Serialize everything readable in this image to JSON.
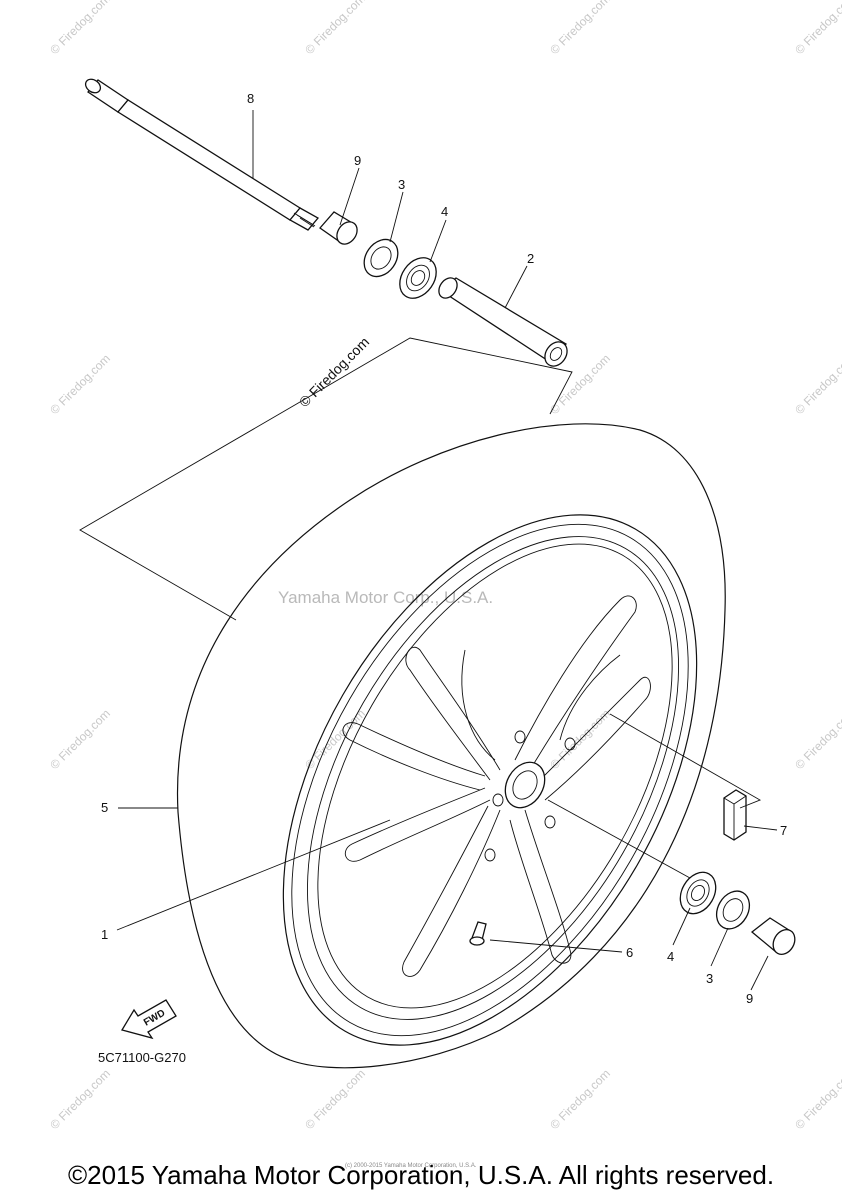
{
  "diagram": {
    "callouts": [
      "8",
      "9",
      "3",
      "4",
      "2",
      "5",
      "7",
      "1",
      "6",
      "4",
      "3",
      "9"
    ],
    "drawing_code": "5C71100-G270",
    "fwd_label": "FWD",
    "center_watermark": "Yamaha Motor Corp., U.S.A.",
    "watermark": "© Firedog.com"
  },
  "footer": {
    "copyright": "©2015 Yamaha Motor Corporation, U.S.A. All rights reserved.",
    "tiny_copyright": "(c) 2000-2015 Yamaha Motor Corporation, U.S.A."
  },
  "colors": {
    "ink": "#111111",
    "watermark": "#c8c8c8",
    "background": "#ffffff"
  }
}
